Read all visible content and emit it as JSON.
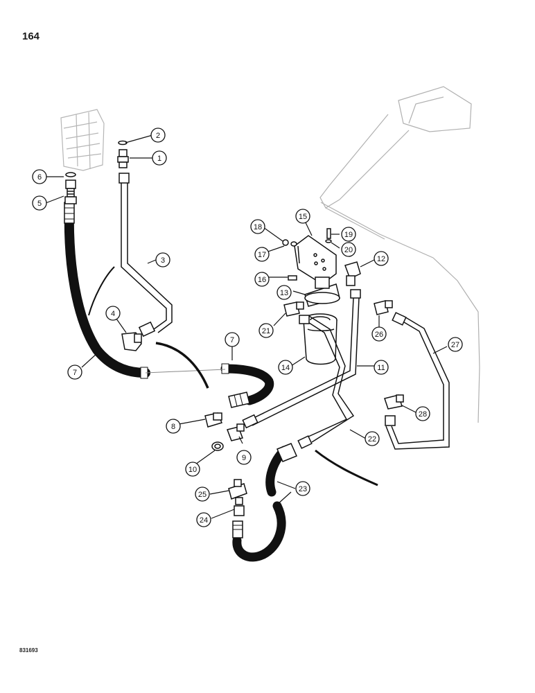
{
  "page_number": "164",
  "figure_code": "831693",
  "callouts": [
    {
      "label": "1"
    },
    {
      "label": "2"
    },
    {
      "label": "3"
    },
    {
      "label": "4"
    },
    {
      "label": "5"
    },
    {
      "label": "6"
    },
    {
      "label": "7"
    },
    {
      "label": "7"
    },
    {
      "label": "7"
    },
    {
      "label": "8"
    },
    {
      "label": "9"
    },
    {
      "label": "10"
    },
    {
      "label": "11"
    },
    {
      "label": "12"
    },
    {
      "label": "13"
    },
    {
      "label": "14"
    },
    {
      "label": "15"
    },
    {
      "label": "16"
    },
    {
      "label": "17"
    },
    {
      "label": "18"
    },
    {
      "label": "19"
    },
    {
      "label": "20"
    },
    {
      "label": "21"
    },
    {
      "label": "22"
    },
    {
      "label": "23"
    },
    {
      "label": "24"
    },
    {
      "label": "25"
    },
    {
      "label": "26"
    },
    {
      "label": "27"
    },
    {
      "label": "28"
    }
  ],
  "colors": {
    "ink": "#1a1a1a",
    "ghost": "#b5b5b5",
    "hose": "#111111"
  }
}
